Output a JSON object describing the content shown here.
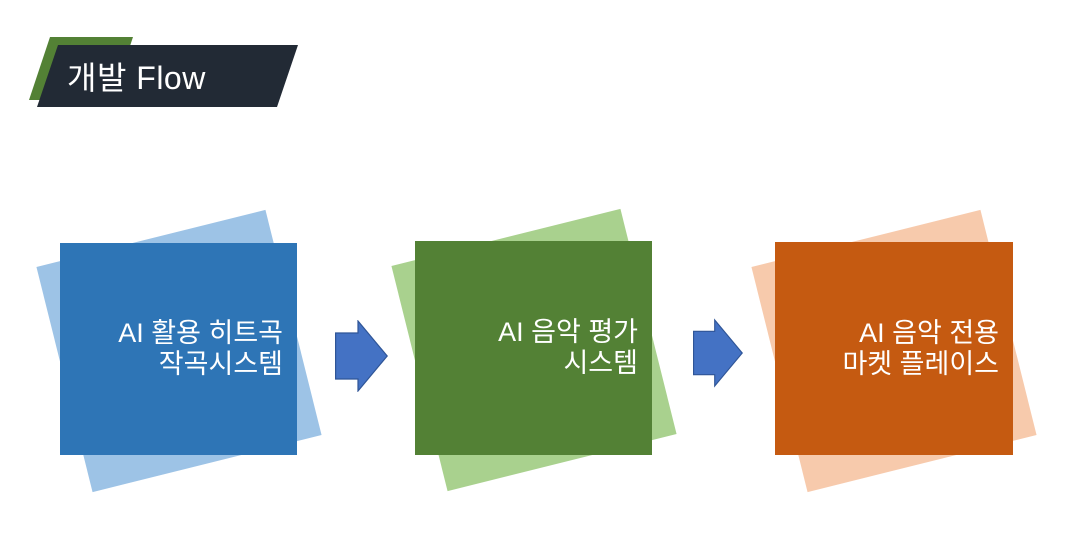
{
  "slide": {
    "background_color": "#FFFFFF",
    "title": {
      "text": "개발 Flow",
      "text_color": "#FFFFFF",
      "banner_color": "#222A35",
      "accent_color": "#538135"
    },
    "flow": {
      "steps": [
        {
          "lines": [
            "AI 활용 히트곡",
            "작곡시스템"
          ],
          "square_color": "#2E75B6",
          "backdrop_color": "#9DC3E6"
        },
        {
          "lines": [
            "AI 음악 평가",
            "시스템"
          ],
          "square_color": "#538135",
          "backdrop_color": "#A9D18E"
        },
        {
          "lines": [
            "AI 음악 전용",
            "마켓 플레이스"
          ],
          "square_color": "#C55A11",
          "backdrop_color": "#F7CAAC"
        }
      ],
      "arrow": {
        "direction": "right",
        "fill": "#4472C4",
        "stroke": "#2F5597"
      }
    }
  }
}
